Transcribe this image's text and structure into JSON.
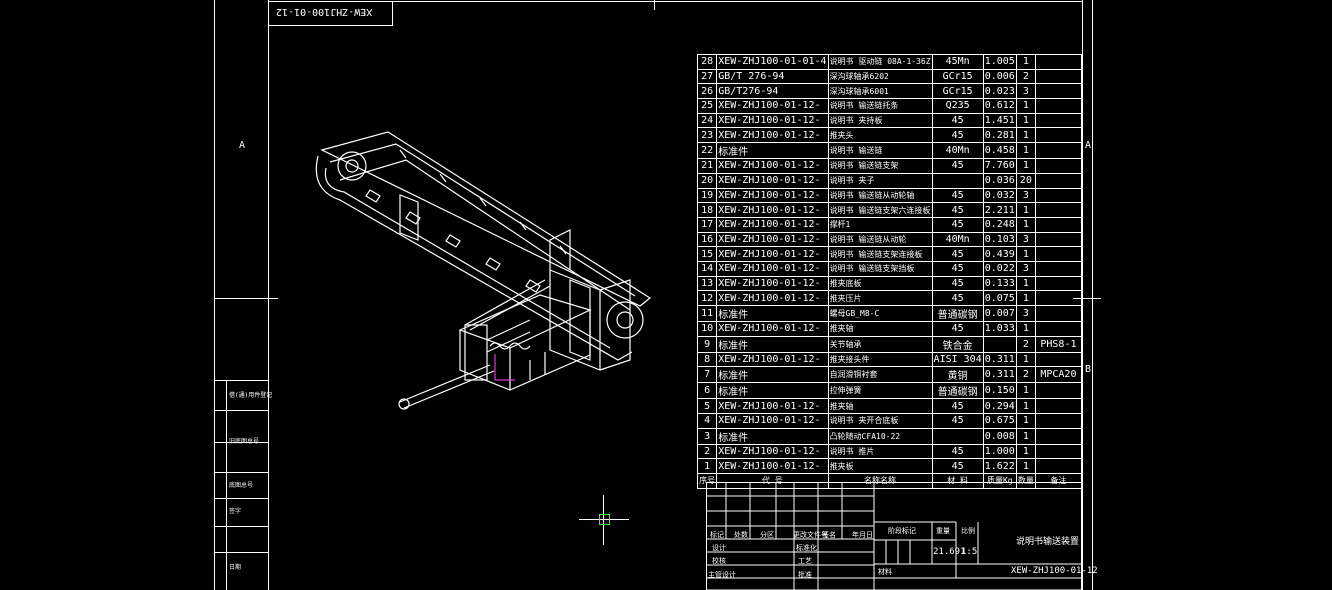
{
  "drawing": {
    "code_stamp": "XEW-ZHJ100-01-12",
    "zone_a": "A",
    "zone_b": "B"
  },
  "bom": {
    "rows": [
      {
        "no": "28",
        "code": "XEW-ZHJ100-01-01-4",
        "name": "说明书 驱动链 08A-1-36Z",
        "mat": "45Mn",
        "wt": "1.005",
        "qty": "1",
        "rem": ""
      },
      {
        "no": "27",
        "code": "GB/T 276-94",
        "name": "深沟球轴承6202",
        "mat": "GCr15",
        "wt": "0.006",
        "qty": "2",
        "rem": ""
      },
      {
        "no": "26",
        "code": "GB/T276-94",
        "name": "深沟球轴承6001",
        "mat": "GCr15",
        "wt": "0.023",
        "qty": "3",
        "rem": ""
      },
      {
        "no": "25",
        "code": "XEW-ZHJ100-01-12-",
        "name": "说明书 输送链托条",
        "mat": "Q235",
        "wt": "0.612",
        "qty": "1",
        "rem": ""
      },
      {
        "no": "24",
        "code": "XEW-ZHJ100-01-12-",
        "name": "说明书 夹持板",
        "mat": "45",
        "wt": "1.451",
        "qty": "1",
        "rem": ""
      },
      {
        "no": "23",
        "code": "XEW-ZHJ100-01-12-",
        "name": "推夹头",
        "mat": "45",
        "wt": "0.281",
        "qty": "1",
        "rem": ""
      },
      {
        "no": "22",
        "code": "标准件",
        "name": "说明书 输送链",
        "mat": "40Mn",
        "wt": "0.458",
        "qty": "1",
        "rem": ""
      },
      {
        "no": "21",
        "code": "XEW-ZHJ100-01-12-",
        "name": "说明书 输送链支架",
        "mat": "45",
        "wt": "7.760",
        "qty": "1",
        "rem": ""
      },
      {
        "no": "20",
        "code": "XEW-ZHJ100-01-12-",
        "name": "说明书 夹子",
        "mat": "",
        "wt": "0.036",
        "qty": "20",
        "rem": ""
      },
      {
        "no": "19",
        "code": "XEW-ZHJ100-01-12-",
        "name": "说明书 输送链从动轮轴",
        "mat": "45",
        "wt": "0.032",
        "qty": "3",
        "rem": ""
      },
      {
        "no": "18",
        "code": "XEW-ZHJ100-01-12-",
        "name": "说明书 输送链支架六连接板",
        "mat": "45",
        "wt": "2.211",
        "qty": "1",
        "rem": ""
      },
      {
        "no": "17",
        "code": "XEW-ZHJ100-01-12-",
        "name": "撑杆1",
        "mat": "45",
        "wt": "0.248",
        "qty": "1",
        "rem": ""
      },
      {
        "no": "16",
        "code": "XEW-ZHJ100-01-12-",
        "name": "说明书 输送链从动轮",
        "mat": "40Mn",
        "wt": "0.103",
        "qty": "3",
        "rem": ""
      },
      {
        "no": "15",
        "code": "XEW-ZHJ100-01-12-",
        "name": "说明书 输送链支架连接板",
        "mat": "45",
        "wt": "0.439",
        "qty": "1",
        "rem": ""
      },
      {
        "no": "14",
        "code": "XEW-ZHJ100-01-12-",
        "name": "说明书 输送链支架挡板",
        "mat": "45",
        "wt": "0.022",
        "qty": "3",
        "rem": ""
      },
      {
        "no": "13",
        "code": "XEW-ZHJ100-01-12-",
        "name": "推夹底板",
        "mat": "45",
        "wt": "0.133",
        "qty": "1",
        "rem": ""
      },
      {
        "no": "12",
        "code": "XEW-ZHJ100-01-12-",
        "name": "推夹压片",
        "mat": "45",
        "wt": "0.075",
        "qty": "1",
        "rem": ""
      },
      {
        "no": "11",
        "code": "标准件",
        "name": "螺母GB_M8-C",
        "mat": "普通碳钢",
        "wt": "0.007",
        "qty": "3",
        "rem": ""
      },
      {
        "no": "10",
        "code": "XEW-ZHJ100-01-12-",
        "name": "推夹轴",
        "mat": "45",
        "wt": "1.033",
        "qty": "1",
        "rem": ""
      },
      {
        "no": "9",
        "code": "标准件",
        "name": "关节轴承",
        "mat": "铁合金",
        "wt": "",
        "qty": "2",
        "rem": "PHS8-1"
      },
      {
        "no": "8",
        "code": "XEW-ZHJ100-01-12-",
        "name": "推夹接头件",
        "mat": "AISI 304",
        "wt": "0.311",
        "qty": "1",
        "rem": ""
      },
      {
        "no": "7",
        "code": "标准件",
        "name": "自润滑铜衬套",
        "mat": "黄铜",
        "wt": "0.311",
        "qty": "2",
        "rem": "MPCA20"
      },
      {
        "no": "6",
        "code": "标准件",
        "name": "拉伸弹簧",
        "mat": "普通碳钢",
        "wt": "0.150",
        "qty": "1",
        "rem": ""
      },
      {
        "no": "5",
        "code": "XEW-ZHJ100-01-12-",
        "name": "推夹轴",
        "mat": "45",
        "wt": "0.294",
        "qty": "1",
        "rem": ""
      },
      {
        "no": "4",
        "code": "XEW-ZHJ100-01-12-",
        "name": "说明书 夹开合底板",
        "mat": "45",
        "wt": "0.675",
        "qty": "1",
        "rem": ""
      },
      {
        "no": "3",
        "code": "标准件",
        "name": "凸轮随动CFA10-22",
        "mat": "",
        "wt": "0.008",
        "qty": "1",
        "rem": ""
      },
      {
        "no": "2",
        "code": "XEW-ZHJ100-01-12-",
        "name": "说明书 推片",
        "mat": "45",
        "wt": "1.000",
        "qty": "1",
        "rem": ""
      },
      {
        "no": "1",
        "code": "XEW-ZHJ100-01-12-",
        "name": "推夹板",
        "mat": "45",
        "wt": "1.622",
        "qty": "1",
        "rem": ""
      }
    ],
    "header": {
      "no": "序号",
      "code": "代 号",
      "name": "名称名称",
      "mat": "材 料",
      "wt": "质量Kg",
      "qty": "数量",
      "rem": "备注"
    }
  },
  "title_block": {
    "mark": "标记",
    "count": "处数",
    "zone": "分区",
    "doc_no": "更改文件号",
    "sign": "签名",
    "date": "年月日",
    "design": "设计",
    "check": "校核",
    "main_design": "主管设计",
    "standard": "标准化",
    "process": "工艺",
    "approve": "批准",
    "stage_mark": "阶段标记",
    "weight_label": "重量",
    "scale_label": "比例",
    "weight": "21.691",
    "scale": "1:5",
    "material_label": "材料",
    "name": "说明书输送装置",
    "code": "XEW-ZHJ100-01-12"
  },
  "left_strip": {
    "labels": [
      "借(通)用件登记",
      "旧底图总号",
      "底图总号",
      "签字",
      "日期"
    ]
  },
  "colors": {
    "line": "#ffffff",
    "background": "#000000",
    "cursor_box": "#33ff33",
    "leader": "#ff44ff"
  }
}
